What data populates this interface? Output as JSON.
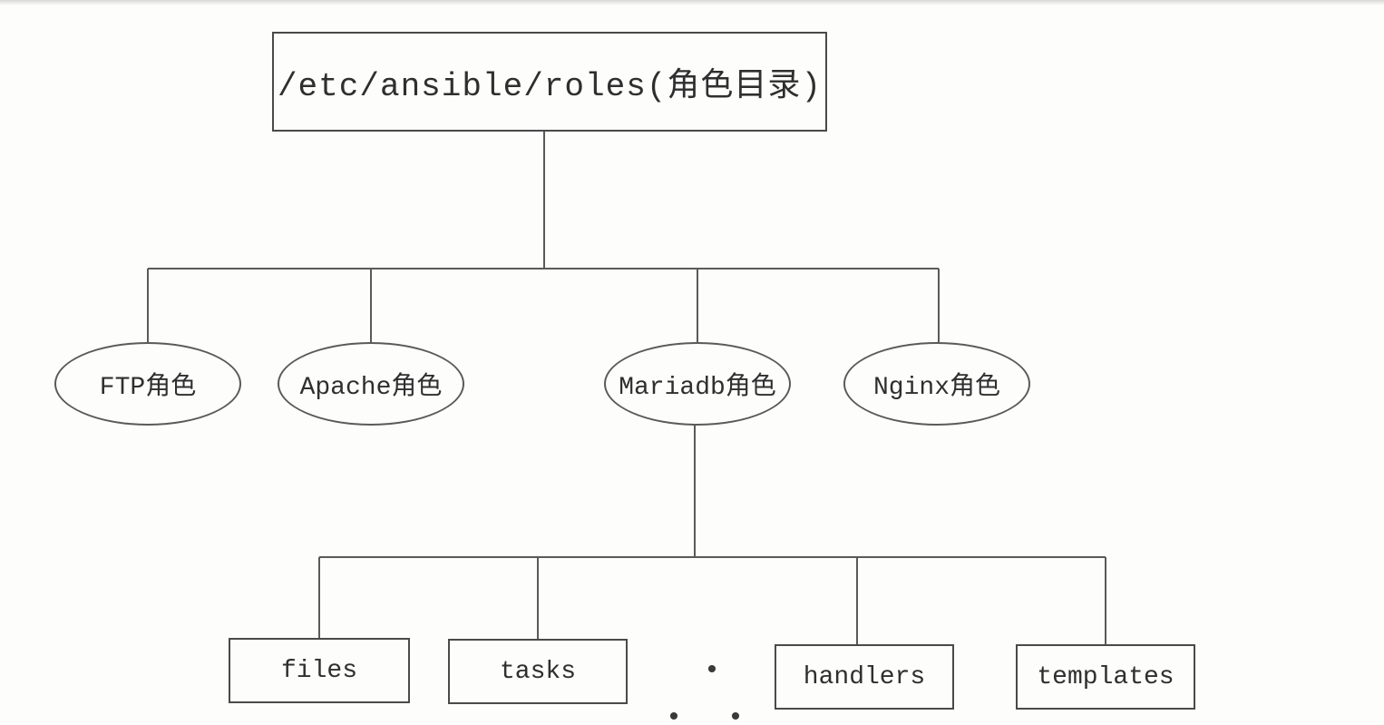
{
  "diagram": {
    "title_node": {
      "label": "/etc/ansible/roles(角色目录)"
    },
    "roles": [
      {
        "id": "ftp",
        "label": "FTP角色"
      },
      {
        "id": "apache",
        "label": "Apache角色"
      },
      {
        "id": "mariadb",
        "label": "Mariadb角色"
      },
      {
        "id": "nginx",
        "label": "Nginx角色"
      }
    ],
    "mariadb_subdirs": [
      {
        "id": "files",
        "label": "files"
      },
      {
        "id": "tasks",
        "label": "tasks"
      },
      {
        "id": "handlers",
        "label": "handlers"
      },
      {
        "id": "templates",
        "label": "templates"
      }
    ],
    "ellipsis_label": "• • •",
    "colors": {
      "line": "#5a5a5a",
      "border": "#4a4a4a",
      "text": "#2f2f2f",
      "background": "#fdfdfc"
    }
  }
}
